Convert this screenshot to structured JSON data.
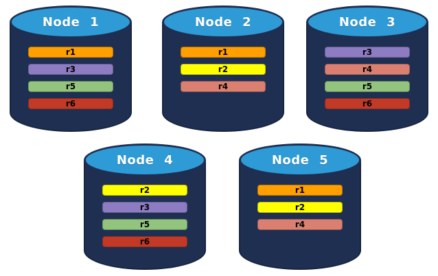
{
  "colors": {
    "background": "#FFFFFF",
    "cylinder_body": "#1E2F52",
    "cylinder_top": "#2F9BD6",
    "title_text": "#FFFFFF",
    "bar_text": "#000000",
    "replica_orange": "#FF9F00",
    "replica_yellow": "#FFFF00",
    "replica_purple": "#8E7CC3",
    "replica_salmon": "#DB8070",
    "replica_green": "#93C47D",
    "replica_red": "#C23A26"
  },
  "nodes": [
    {
      "title": "Node 1",
      "replicas": [
        {
          "label": "r1",
          "color": "#FF9F00"
        },
        {
          "label": "r3",
          "color": "#8E7CC3"
        },
        {
          "label": "r5",
          "color": "#93C47D"
        },
        {
          "label": "r6",
          "color": "#C23A26"
        }
      ]
    },
    {
      "title": "Node 2",
      "replicas": [
        {
          "label": "r1",
          "color": "#FF9F00"
        },
        {
          "label": "r2",
          "color": "#FFFF00"
        },
        {
          "label": "r4",
          "color": "#DB8070"
        }
      ]
    },
    {
      "title": "Node 3",
      "replicas": [
        {
          "label": "r3",
          "color": "#8E7CC3"
        },
        {
          "label": "r4",
          "color": "#DB8070"
        },
        {
          "label": "r5",
          "color": "#93C47D"
        },
        {
          "label": "r6",
          "color": "#C23A26"
        }
      ]
    },
    {
      "title": "Node 4",
      "replicas": [
        {
          "label": "r2",
          "color": "#FFFF00"
        },
        {
          "label": "r3",
          "color": "#8E7CC3"
        },
        {
          "label": "r5",
          "color": "#93C47D"
        },
        {
          "label": "r6",
          "color": "#C23A26"
        }
      ]
    },
    {
      "title": "Node 5",
      "replicas": [
        {
          "label": "r1",
          "color": "#FF9F00"
        },
        {
          "label": "r2",
          "color": "#FFFF00"
        },
        {
          "label": "r4",
          "color": "#DB8070"
        }
      ]
    }
  ]
}
